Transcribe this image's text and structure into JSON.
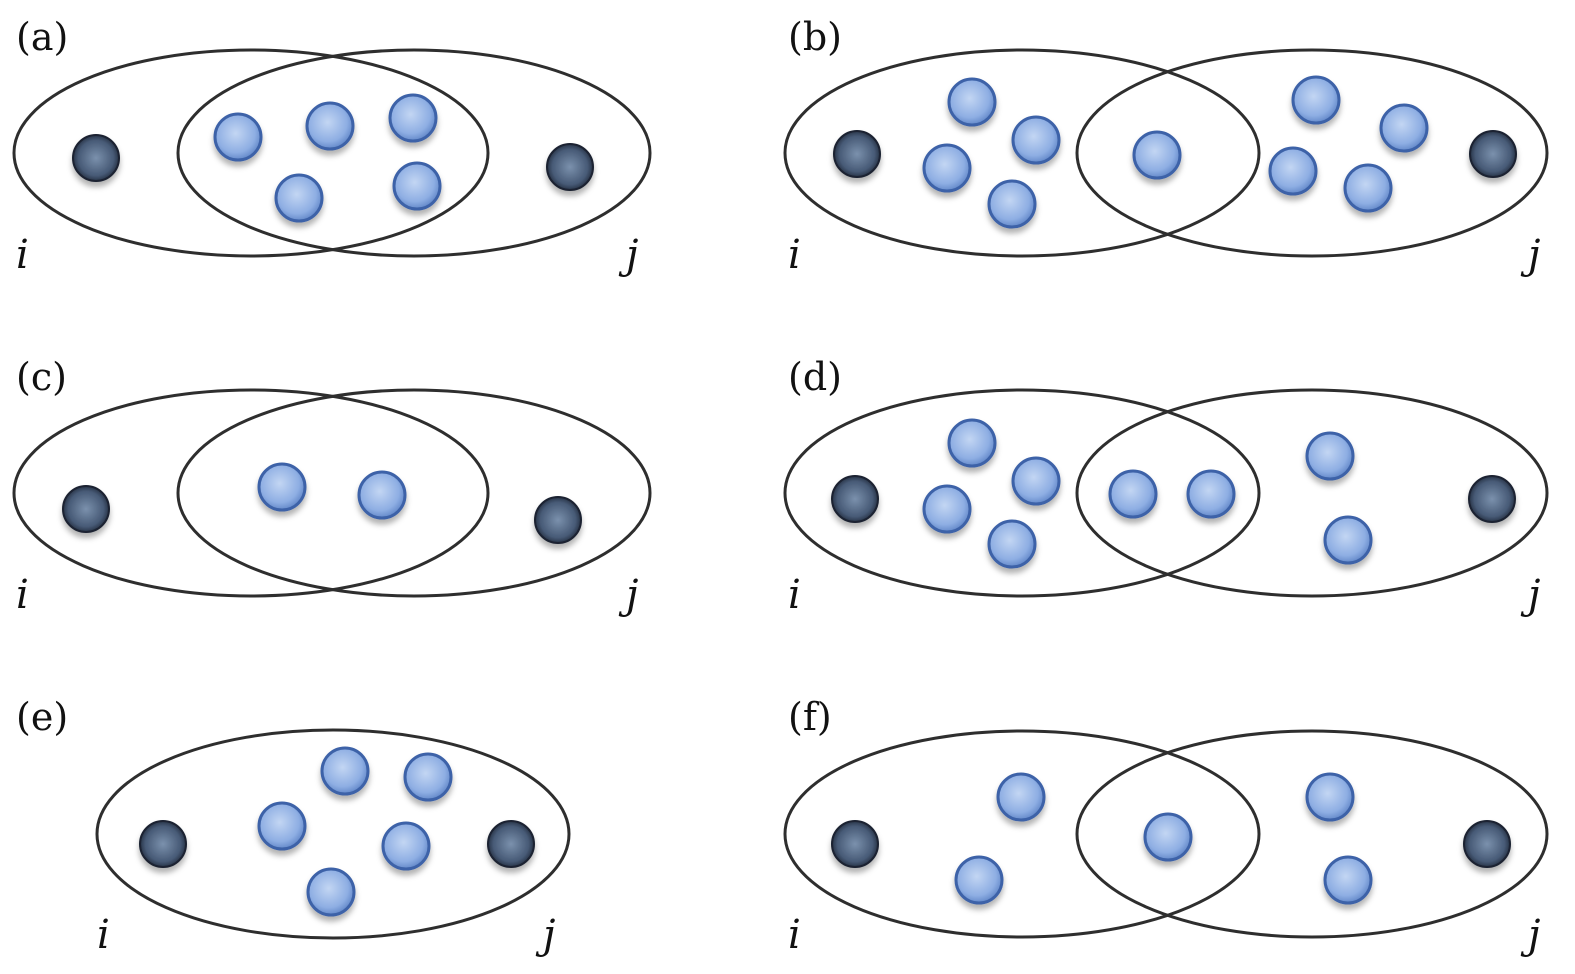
{
  "panels": [
    {
      "label": "(a)",
      "left_node": "i",
      "right_node": "j"
    },
    {
      "label": "(b)",
      "left_node": "i",
      "right_node": "j"
    },
    {
      "label": "(c)",
      "left_node": "i",
      "right_node": "j"
    },
    {
      "label": "(d)",
      "left_node": "i",
      "right_node": "j"
    },
    {
      "label": "(e)",
      "left_node": "i",
      "right_node": "j"
    },
    {
      "label": "(f)",
      "left_node": "i",
      "right_node": "j"
    }
  ],
  "colors": {
    "blue_node": "#7fa3dc",
    "dark_node": "#3c4d66",
    "outline": "#2e2e2e"
  }
}
